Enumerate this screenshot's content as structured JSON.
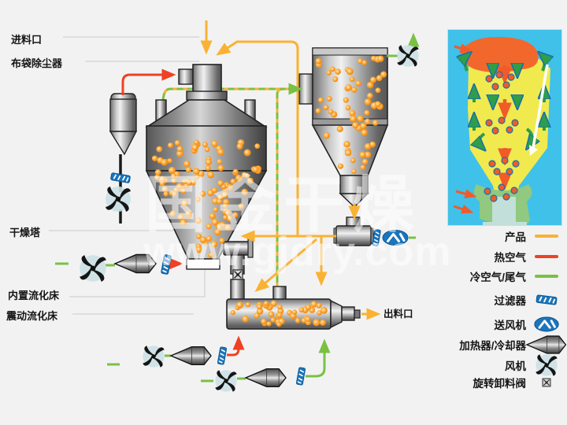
{
  "diagram_labels": {
    "feed_inlet": "进料口",
    "bag_dust_collector": "布袋除尘器",
    "drying_tower": "干燥塔",
    "internal_fluidized_bed": "内置流化床",
    "vibrating_fluidized_bed": "震动流化床",
    "discharge_outlet": "出料口"
  },
  "legend": {
    "items": [
      {
        "label": "产品",
        "swatch": "line",
        "color_key": "product"
      },
      {
        "label": "热空气",
        "swatch": "line",
        "color_key": "hot_air"
      },
      {
        "label": "冷空气/尾气",
        "swatch": "line",
        "color_key": "cold_air_exhaust"
      },
      {
        "label": "过滤器",
        "swatch": "filter-icon"
      },
      {
        "label": "送风机",
        "swatch": "blower-icon"
      },
      {
        "label": "加热器/冷却器",
        "swatch": "heater-icon"
      },
      {
        "label": "风机",
        "swatch": "fan-icon"
      },
      {
        "label": "旋转卸料阀",
        "swatch": "rotary-valve-icon"
      }
    ]
  },
  "watermark": {
    "line1": "国金干燥",
    "line2": "www.gjdry.com"
  },
  "colors": {
    "product": "#F9B233",
    "hot_air": "#EF4123",
    "cold_air_exhaust": "#7AC143",
    "filter_blue": "#1B75BB",
    "background": "#F2F2F3"
  }
}
